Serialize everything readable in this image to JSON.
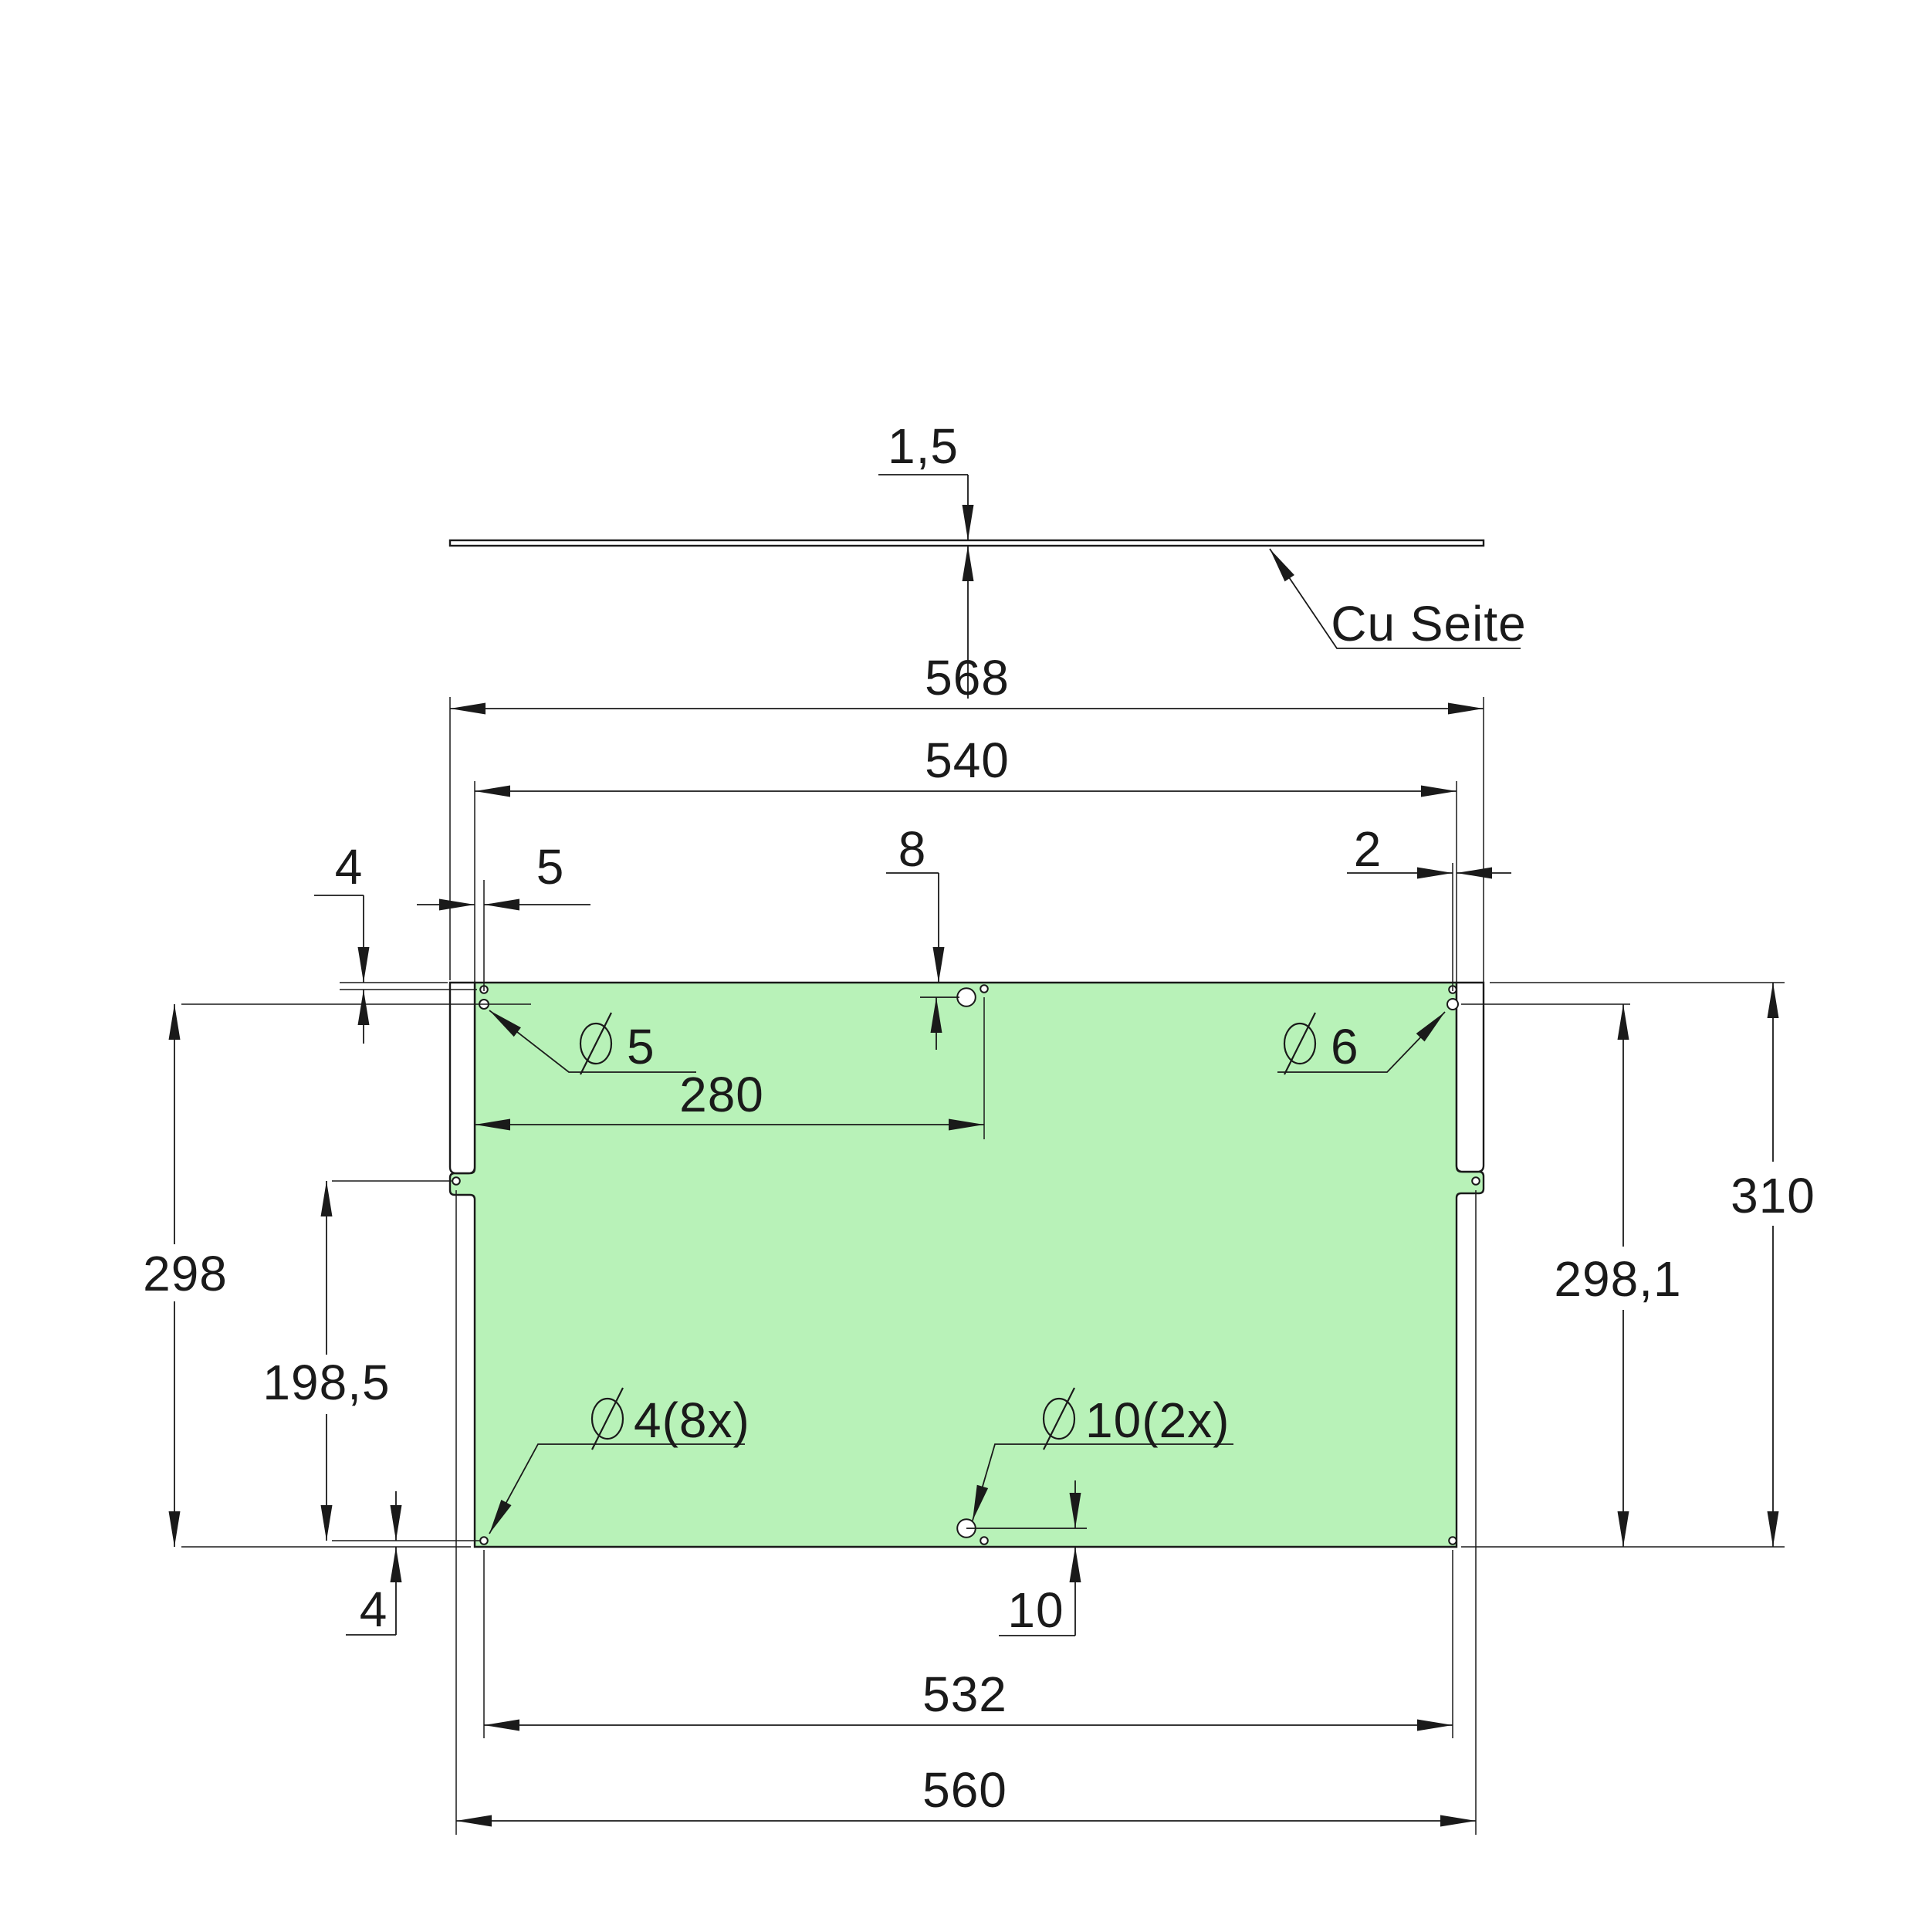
{
  "side_view": {
    "thickness_dim": "1,5",
    "copper_side_label": "Cu Seite"
  },
  "front_view": {
    "colors": {
      "board_fill": "#b8f2b8",
      "line": "#1a1a1a"
    },
    "dims": {
      "panel_width": "568",
      "board_width": "540",
      "corner_hole_top_offset": "4",
      "corner_hole_left_offset": "5",
      "top_hole_offset": "8",
      "corner_hole_right_offset": "2",
      "top_hole_x": "280",
      "left_height": "298",
      "notch_to_bottom": "198,5",
      "board_height": "310",
      "right_height": "298,1",
      "corner_hole_bottom_offset": "4",
      "bottom_hole_offset": "10",
      "bottom_hole_span": "532",
      "notch_hole_span": "560"
    },
    "callouts": {
      "dia5": {
        "symbol": "⌀",
        "value": "5"
      },
      "dia6": {
        "symbol": "⌀",
        "value": "6"
      },
      "dia4": {
        "symbol": "⌀",
        "value": "4(8x)"
      },
      "dia10": {
        "symbol": "⌀",
        "value": "10(2x)"
      }
    }
  }
}
